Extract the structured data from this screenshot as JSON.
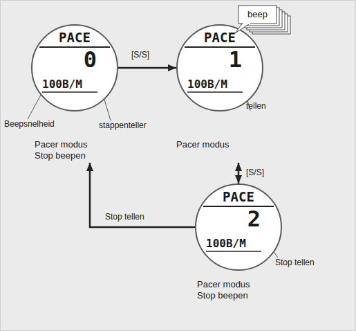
{
  "diagram": {
    "nodes": [
      {
        "text": [
          "PACE",
          "0",
          "100B/M",
          "Pacer modus Stop beepen"
        ]
      },
      {
        "text": [
          "PACE",
          "1",
          "100B/M",
          "Pacer modus"
        ]
      },
      {
        "text": [
          "beep"
        ]
      },
      {
        "text": [
          "PACE",
          "2",
          "100B/M",
          "Pacer modus Stop beepen"
        ]
      }
    ],
    "edges": [
      {
        "from": 0,
        "to": 1,
        "label": "[S/S]",
        "arrow": "to"
      },
      {
        "from": 1,
        "to": 3,
        "label": "[S/S]",
        "arrow": "both"
      },
      {
        "from": 3,
        "to": 0,
        "label": "Stop tellen",
        "arrow": "to"
      }
    ],
    "labels": [
      "Beepsnelheid",
      "stappenteller",
      "tellen",
      "Stop tellen"
    ]
  }
}
